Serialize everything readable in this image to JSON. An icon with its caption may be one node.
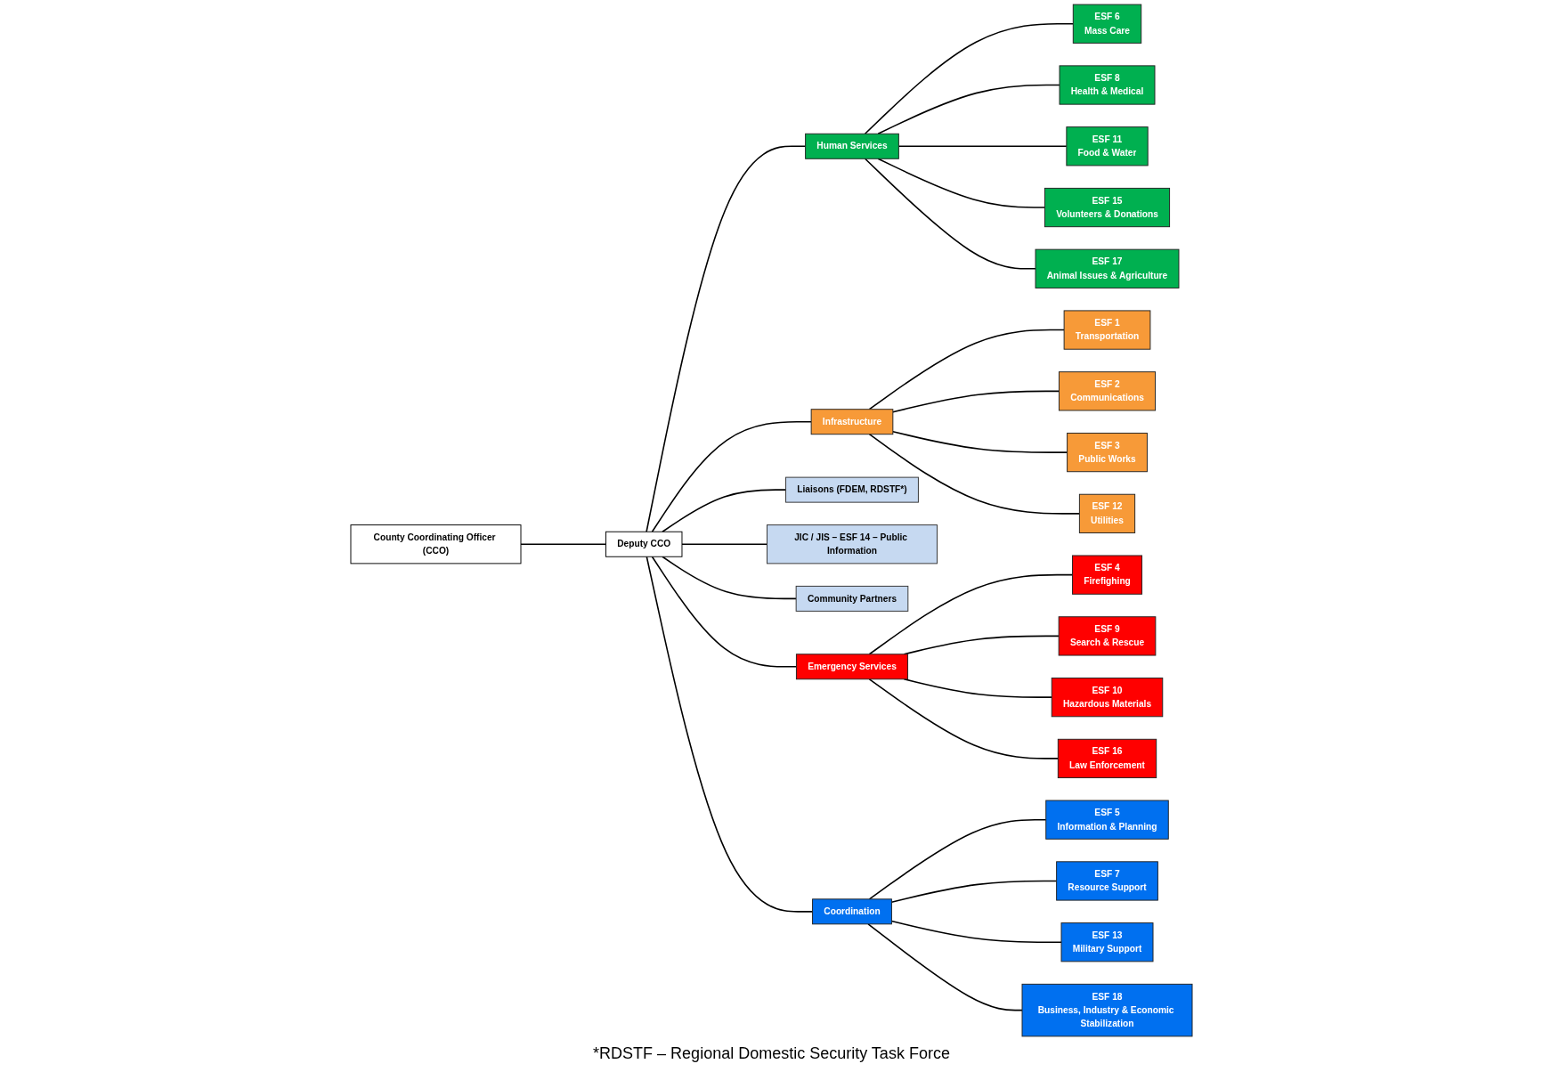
{
  "diagram": {
    "nodes": [
      {
        "text": [
          "County Coordinating Officer (CCO)"
        ]
      },
      {
        "text": [
          "Deputy CCO"
        ]
      },
      {
        "text": [
          "Liaisons (FDEM, RDSTF*)"
        ]
      },
      {
        "text": [
          "JIC / JIS – ESF 14 – Public Information"
        ]
      },
      {
        "text": [
          "Community Partners"
        ]
      },
      {
        "text": [
          "Human Services"
        ]
      },
      {
        "text": [
          "Infrastructure"
        ]
      },
      {
        "text": [
          "Emergency Services"
        ]
      },
      {
        "text": [
          "Coordination"
        ]
      },
      {
        "text": [
          "ESF 6",
          "Mass Care"
        ]
      },
      {
        "text": [
          "ESF 8",
          "Health & Medical"
        ]
      },
      {
        "text": [
          "ESF 11",
          "Food & Water"
        ]
      },
      {
        "text": [
          "ESF 15",
          "Volunteers & Donations"
        ]
      },
      {
        "text": [
          "ESF 17",
          "Animal Issues & Agriculture"
        ]
      },
      {
        "text": [
          "ESF 1",
          "Transportation"
        ]
      },
      {
        "text": [
          "ESF 2",
          "Communications"
        ]
      },
      {
        "text": [
          "ESF 3",
          "Public Works"
        ]
      },
      {
        "text": [
          "ESF 12",
          "Utilities"
        ]
      },
      {
        "text": [
          "ESF 4",
          "Firefighing"
        ]
      },
      {
        "text": [
          "ESF 9",
          "Search & Rescue"
        ]
      },
      {
        "text": [
          "ESF 10",
          "Hazardous Materials"
        ]
      },
      {
        "text": [
          "ESF 16",
          "Law Enforcement"
        ]
      },
      {
        "text": [
          "ESF 5",
          "Information & Planning"
        ]
      },
      {
        "text": [
          "ESF 7",
          "Resource Support"
        ]
      },
      {
        "text": [
          "ESF 13",
          "Military Support"
        ]
      },
      {
        "text": [
          "ESF 18",
          "Business, Industry & Economic Stabilization"
        ]
      }
    ],
    "edges": [
      {
        "from": 0,
        "to": 1,
        "arrow": "none"
      },
      {
        "from": 1,
        "to": 2,
        "arrow": "none"
      },
      {
        "from": 1,
        "to": 3,
        "arrow": "none"
      },
      {
        "from": 1,
        "to": 4,
        "arrow": "none"
      },
      {
        "from": 1,
        "to": 5,
        "arrow": "none"
      },
      {
        "from": 1,
        "to": 6,
        "arrow": "none"
      },
      {
        "from": 1,
        "to": 7,
        "arrow": "none"
      },
      {
        "from": 1,
        "to": 8,
        "arrow": "none"
      },
      {
        "from": 5,
        "to": 9,
        "arrow": "none"
      },
      {
        "from": 5,
        "to": 10,
        "arrow": "none"
      },
      {
        "from": 5,
        "to": 11,
        "arrow": "none"
      },
      {
        "from": 5,
        "to": 12,
        "arrow": "none"
      },
      {
        "from": 5,
        "to": 13,
        "arrow": "none"
      },
      {
        "from": 6,
        "to": 14,
        "arrow": "none"
      },
      {
        "from": 6,
        "to": 15,
        "arrow": "none"
      },
      {
        "from": 6,
        "to": 16,
        "arrow": "none"
      },
      {
        "from": 6,
        "to": 17,
        "arrow": "none"
      },
      {
        "from": 7,
        "to": 18,
        "arrow": "none"
      },
      {
        "from": 7,
        "to": 19,
        "arrow": "none"
      },
      {
        "from": 7,
        "to": 20,
        "arrow": "none"
      },
      {
        "from": 7,
        "to": 21,
        "arrow": "none"
      },
      {
        "from": 8,
        "to": 22,
        "arrow": "none"
      },
      {
        "from": 8,
        "to": 23,
        "arrow": "none"
      },
      {
        "from": 8,
        "to": 24,
        "arrow": "none"
      },
      {
        "from": 8,
        "to": 25,
        "arrow": "none"
      }
    ],
    "labels": [
      "*RDSTF – Regional Domestic Security Task Force"
    ]
  }
}
